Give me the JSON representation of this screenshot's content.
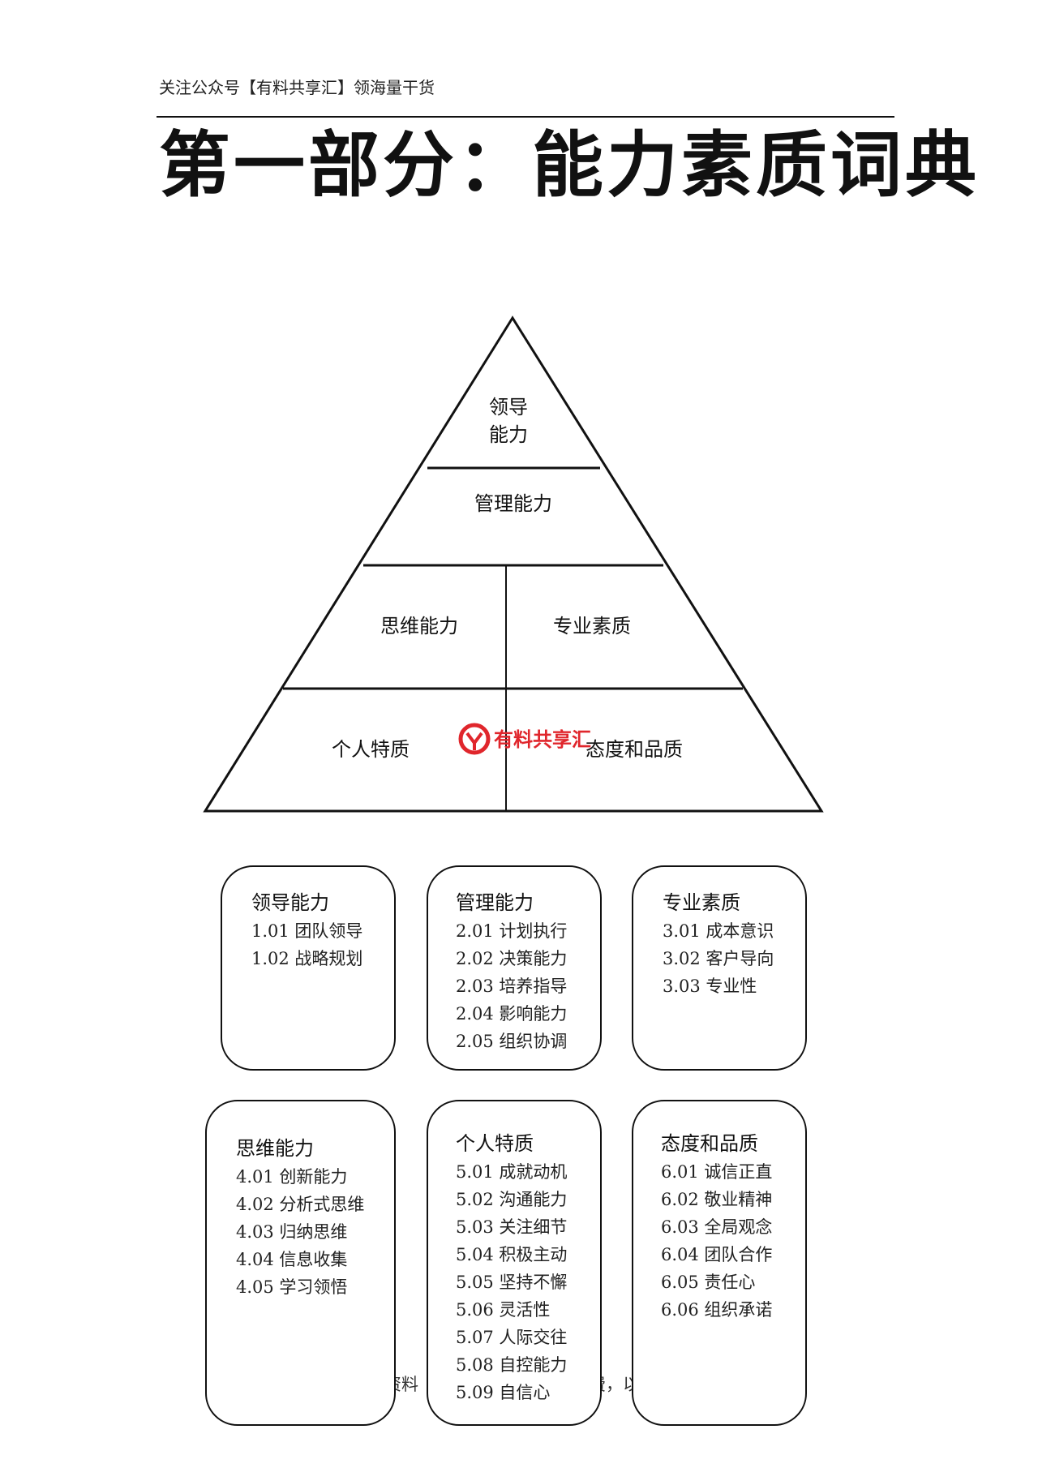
{
  "header": {
    "text": "关注公众号【有料共享汇】领海量干货"
  },
  "page_title": "第一部分：能力素质词典",
  "pyramid": {
    "top_line1": "领导",
    "top_line2": "能力",
    "second": "管理能力",
    "third_left": "思维能力",
    "third_right": "专业素质",
    "bottom_left": "个人特质",
    "bottom_right": "态度和品质"
  },
  "watermark": {
    "text": "有料共享汇",
    "color": "#e0262c"
  },
  "boxes": [
    {
      "title": "领导能力",
      "items": [
        "1.01 团队领导",
        "1.02 战略规划"
      ]
    },
    {
      "title": "管理能力",
      "items": [
        "2.01 计划执行",
        "2.02 决策能力",
        "2.03 培养指导",
        "2.04  影响能力",
        "2.05 组织协调"
      ]
    },
    {
      "title": "专业素质",
      "items": [
        "3.01 成本意识",
        "3.02 客户导向",
        "3.03 专业性"
      ]
    },
    {
      "title": "思维能力",
      "items": [
        "4.01 创新能力",
        "4.02 分析式思维",
        "4.03 归纳思维",
        "4.04 信息收集",
        "4.05 学习领悟"
      ]
    },
    {
      "title": "个人特质",
      "items": [
        "5.01 成就动机",
        "5.02 沟通能力",
        "5.03 关注细节",
        "5.04 积极主动",
        "5.05 坚持不懈",
        "5.06 灵活性",
        "5.07 人际交往",
        "5.08 自控能力",
        "5.09 自信心"
      ]
    },
    {
      "title": "态度和品质",
      "items": [
        "6.01 诚信正直",
        "6.02 敬业精神",
        "6.03 全局观念",
        "6.04 团队合作",
        "6.05 责任心",
        "6.06 组织承诺"
      ]
    }
  ],
  "footer_fragments": {
    "left": "资料",
    "right": "费，以"
  }
}
